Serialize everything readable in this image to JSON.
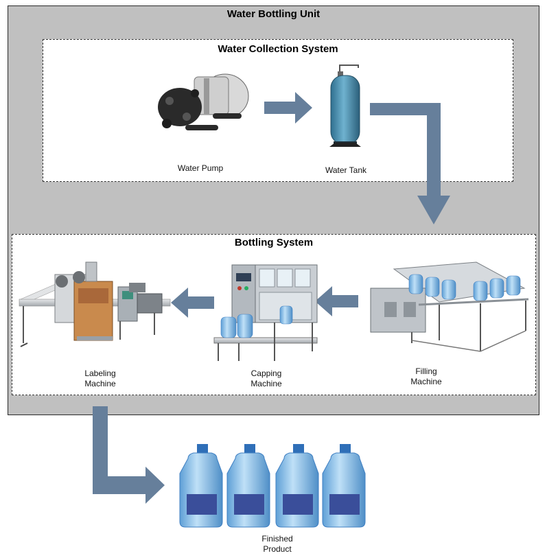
{
  "unit": {
    "title": "Water Bottling Unit"
  },
  "collection_system": {
    "title": "Water Collection System",
    "items": [
      {
        "label": "Water Pump"
      },
      {
        "label": "Water Tank"
      }
    ]
  },
  "bottling_system": {
    "title": "Bottling System",
    "items": [
      {
        "label_line1": "Labeling",
        "label_line2": "Machine"
      },
      {
        "label_line1": "Capping",
        "label_line2": "Machine"
      },
      {
        "label_line1": "Filling",
        "label_line2": "Machine"
      }
    ]
  },
  "finished": {
    "label_line1": "Finished",
    "label_line2": "Product"
  },
  "colors": {
    "arrow": "#667f9b",
    "unit_bg": "#c0c0c0",
    "bottle": "#7fb4e0",
    "bottle_dark": "#3f7fc2",
    "tank": "#4f93b4",
    "machine": "#b4b9bf"
  }
}
